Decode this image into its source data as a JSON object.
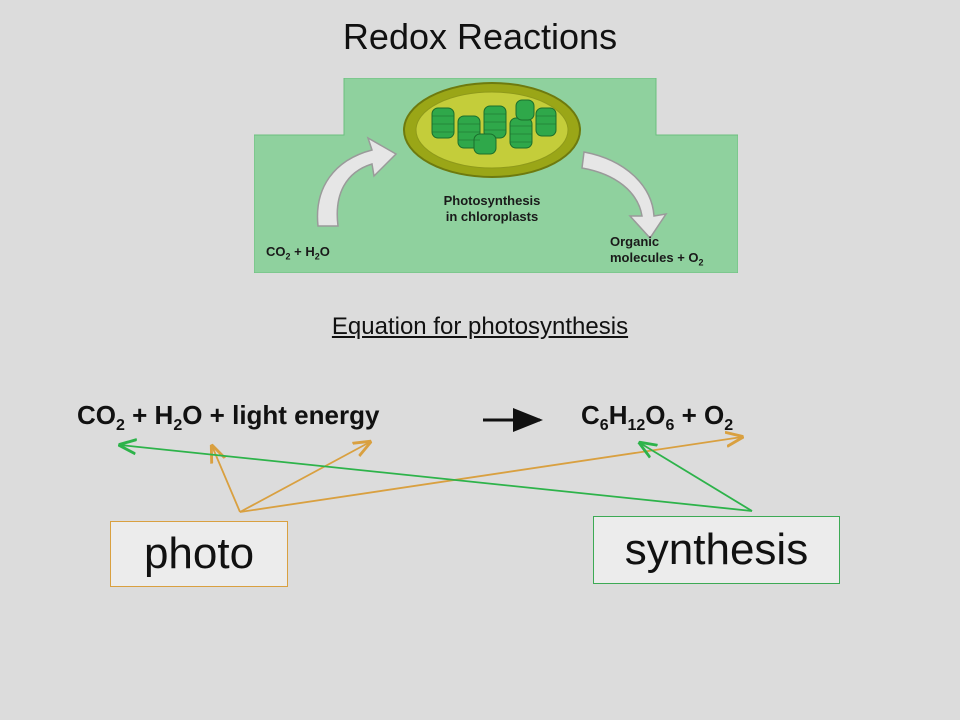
{
  "title": "Redox Reactions",
  "figure": {
    "center_label_line1": "Photosynthesis",
    "center_label_line2": "in chloroplasts",
    "left_label": {
      "a": "CO",
      "a_sub": "2",
      "b": " + H",
      "b_sub": "2",
      "c": "O"
    },
    "right_label_line1": "Organic",
    "right_label_line2": "molecules",
    "right_label_tail": "+ O",
    "right_label_tail_sub": "2",
    "colors": {
      "panel": "#8fd19e",
      "chloroplast_outer": "#9aa617",
      "grana": "#2fa84a"
    }
  },
  "subtitle": "Equation for photosynthesis",
  "equation": {
    "lhs": {
      "co": "CO",
      "co_sub": "2",
      "plus_h": " + H",
      "h_sub": "2",
      "o_light": "O + light energy"
    },
    "rhs": {
      "c": "C",
      "c_sub": "6",
      "h": "H",
      "h_sub": "12",
      "o": "O",
      "o_sub": "6",
      "plus_o": " + O",
      "plus_o_sub": "2"
    }
  },
  "boxes": {
    "photo": "photo",
    "synthesis": "synthesis"
  },
  "colors": {
    "photo_arrows": "#d9a040",
    "synthesis_arrows": "#2db34a",
    "background": "#dcdcdc"
  }
}
